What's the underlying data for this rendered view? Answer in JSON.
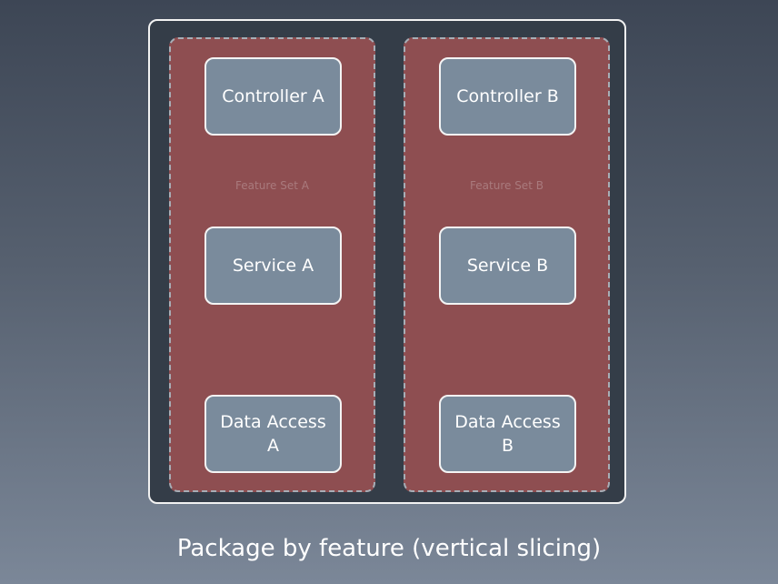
{
  "diagram": {
    "features": [
      {
        "label": "Feature Set A",
        "controller": "Controller A",
        "service": "Service A",
        "data_access": "Data Access A"
      },
      {
        "label": "Feature Set B",
        "controller": "Controller B",
        "service": "Service B",
        "data_access": "Data Access B"
      }
    ]
  },
  "caption": "Package by feature (vertical slicing)",
  "colors": {
    "background_top": "#3d4655",
    "background_bottom": "#7b8798",
    "container": "#343d48",
    "feature_panel": "#8e4e51",
    "component_box": "#7a8b9c",
    "border": "#f2f2f2"
  }
}
